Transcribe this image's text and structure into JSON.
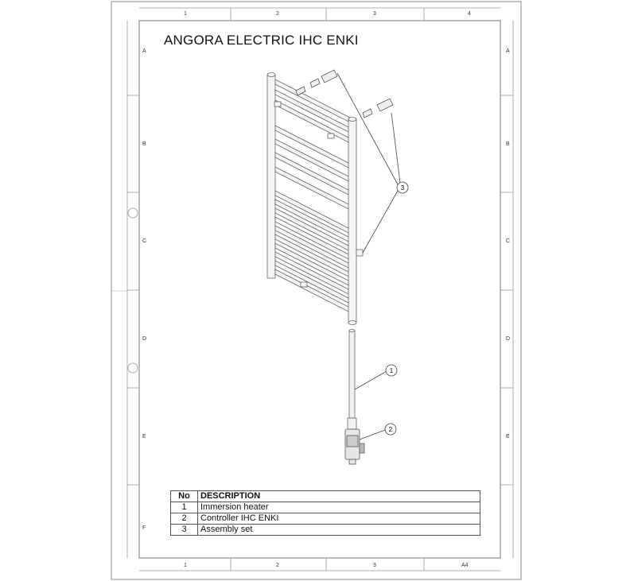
{
  "drawing": {
    "title": "ANGORA ELECTRIC IHC ENKI",
    "sheet_size": "A4",
    "columns_top": [
      "1",
      "2",
      "3",
      "4"
    ],
    "columns_bottom": [
      "1",
      "2",
      "3"
    ],
    "rows": [
      "A",
      "B",
      "C",
      "D",
      "E",
      "F"
    ]
  },
  "callouts": [
    "1",
    "2",
    "3"
  ],
  "parts_table": {
    "headers": {
      "no": "No",
      "description": "DESCRIPTION"
    },
    "rows": [
      {
        "no": "1",
        "description": "Immersion heater"
      },
      {
        "no": "2",
        "description": "Controller IHC ENKI"
      },
      {
        "no": "3",
        "description": "Assembly set"
      }
    ]
  }
}
